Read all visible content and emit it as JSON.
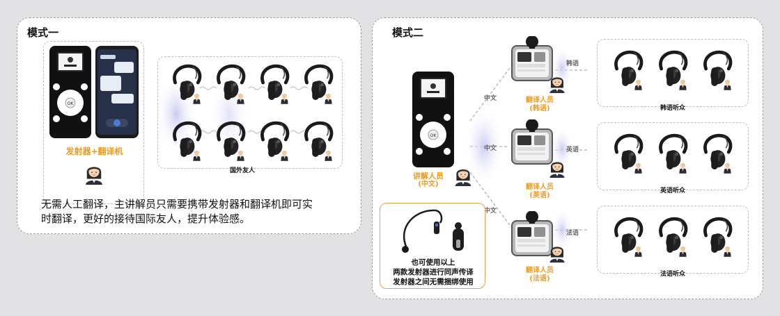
{
  "mode1": {
    "title": "模式一",
    "device_label": "发射器+翻译机",
    "audience_label": "国外友人",
    "description_line1": "无需人工翻译，主讲解员只需要携带发射器和翻译机即可实",
    "description_line2": "时翻译，更好的接待国际友人，提升体验感。"
  },
  "mode2": {
    "title": "模式二",
    "speaker_label": "讲解人员",
    "speaker_lang": "(中文)",
    "chinese_labels": [
      "中文",
      "中文",
      "中文"
    ],
    "translators": [
      {
        "label": "翻译人员",
        "lang": "(韩语)",
        "target": "韩语",
        "audience": "韩语听众"
      },
      {
        "label": "翻译人员",
        "lang": "(英语)",
        "target": "英语",
        "audience": "英语听众"
      },
      {
        "label": "翻译人员",
        "lang": "(法语)",
        "target": "法语",
        "audience": "法语听众"
      }
    ],
    "note_line1": "也可使用以上",
    "note_line2": "两款发射器进行同声传译",
    "note_line3": "发射器之间无需捆绑使用"
  }
}
